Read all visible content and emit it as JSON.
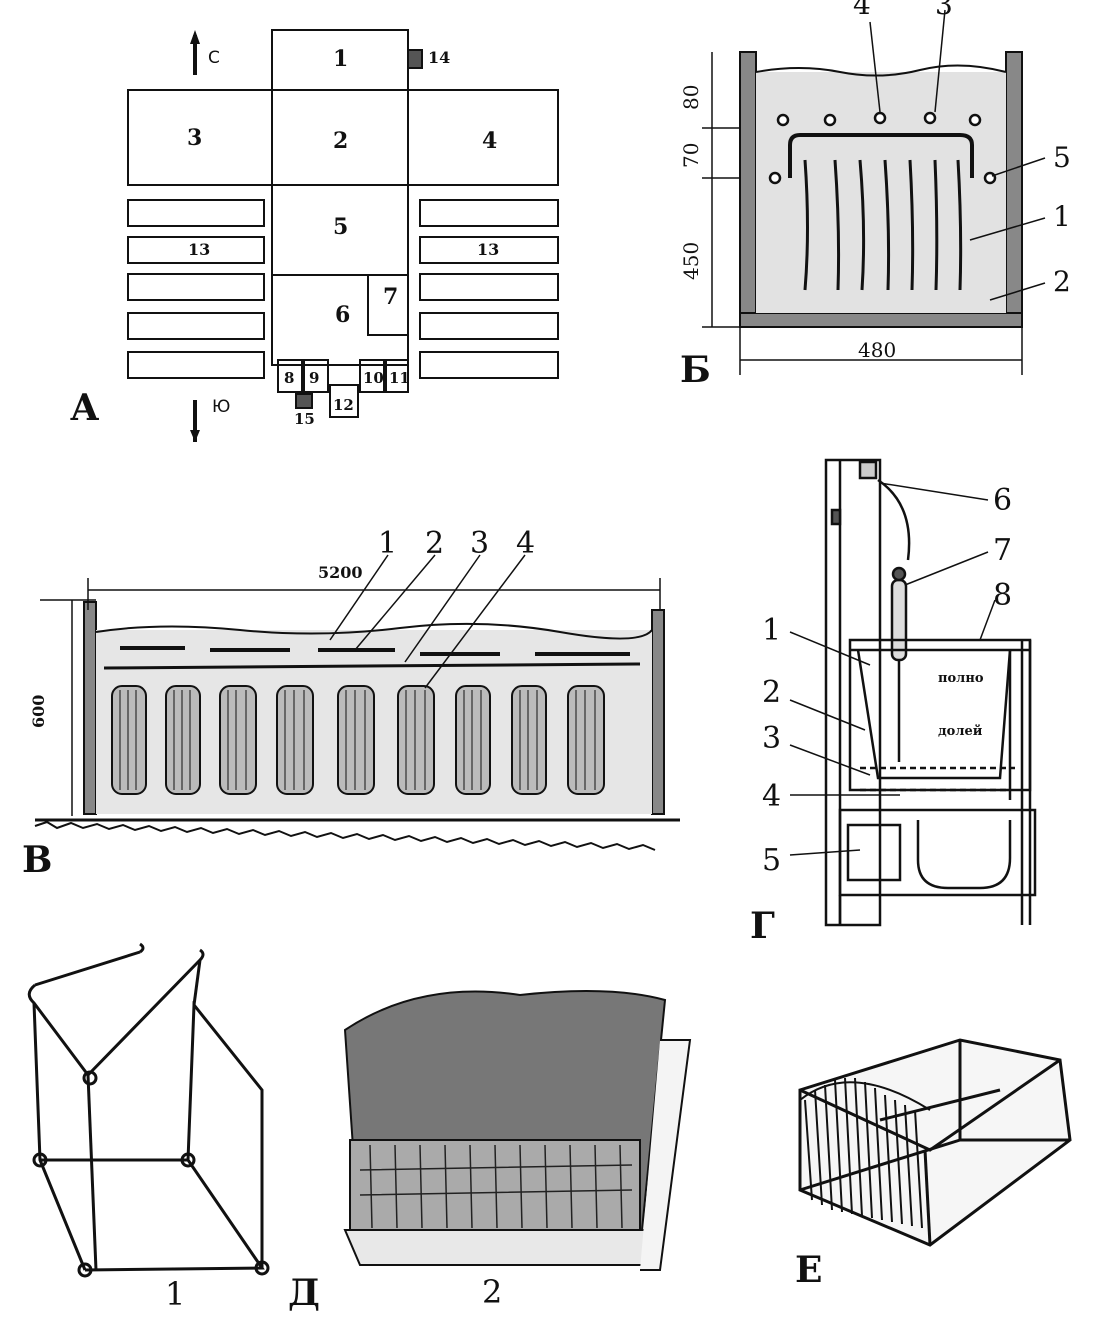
{
  "panels": {
    "a": {
      "letter": "А",
      "north": "С",
      "south": "Ю",
      "rooms": [
        "1",
        "2",
        "3",
        "4",
        "5",
        "6",
        "7",
        "8",
        "9",
        "10",
        "11",
        "12",
        "13",
        "13",
        "14",
        "15"
      ]
    },
    "b": {
      "letter": "Б",
      "top_callouts": [
        "4",
        "3"
      ],
      "side_callouts": [
        "5",
        "1",
        "2"
      ],
      "dims": {
        "d80": "80",
        "d70": "70",
        "d450": "450",
        "d480": "480"
      }
    },
    "c": {
      "letter": "В",
      "callouts": [
        "1",
        "2",
        "3",
        "4"
      ],
      "dims": {
        "width": "5200",
        "height": "600"
      }
    },
    "d": {
      "letter": "Г",
      "callouts_left": [
        "1",
        "2",
        "3",
        "4",
        "5"
      ],
      "callouts_right": [
        "6",
        "7",
        "8"
      ],
      "label_full": "полно",
      "label_dolei": "долей"
    },
    "e": {
      "letter": "Д",
      "sub1": "1",
      "sub2": "2"
    },
    "f": {
      "letter": "Е"
    }
  }
}
